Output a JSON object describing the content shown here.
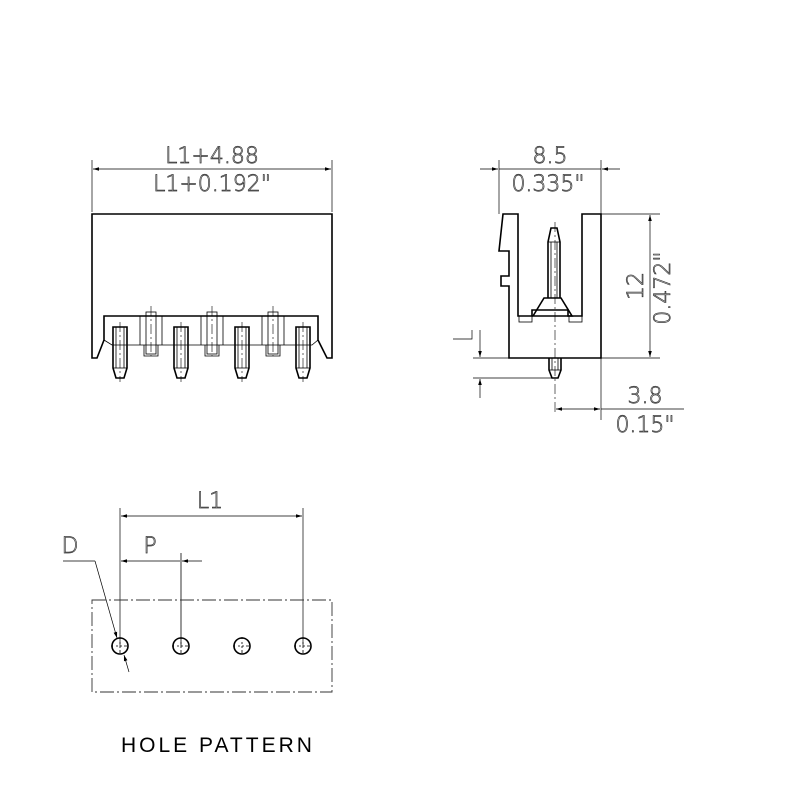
{
  "front_view": {
    "dim_top_metric": "L1+4.88",
    "dim_top_inch": "L1+0.192\""
  },
  "side_view": {
    "dim_width_metric": "8.5",
    "dim_width_inch": "0.335\"",
    "dim_height_metric": "12",
    "dim_height_inch": "0.472\"",
    "dim_pin_length_label": "L",
    "dim_offset_metric": "3.8",
    "dim_offset_inch": "0.15\""
  },
  "hole_pattern": {
    "dim_length_label": "L1",
    "dim_pitch_label": "P",
    "dim_diameter_label": "D",
    "hole_count": 4,
    "title": "HOLE PATTERN"
  },
  "colors": {
    "line": "#000000",
    "background": "#ffffff"
  }
}
